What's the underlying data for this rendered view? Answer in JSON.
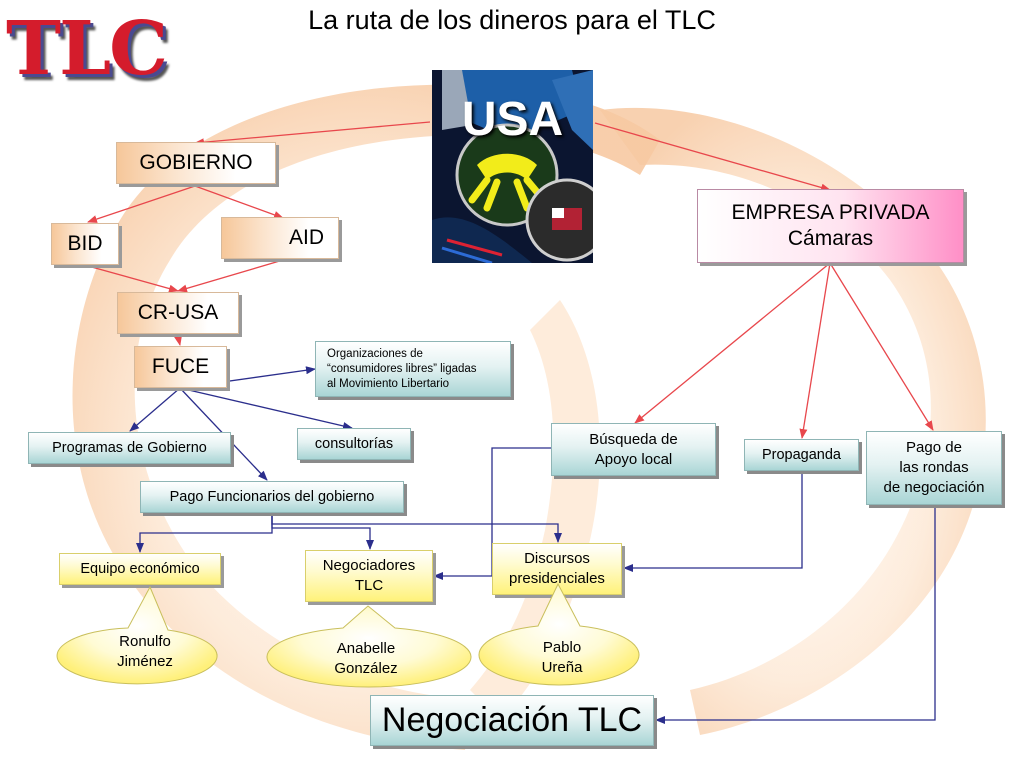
{
  "title": "La ruta de los dineros para el TLC",
  "logo": {
    "text": "TLC"
  },
  "usa_image": {
    "text": "USA"
  },
  "nodes": {
    "gobierno": "GOBIERNO",
    "bid": "BID",
    "aid": "AID",
    "cr_usa": "CR-USA",
    "fuce": "FUCE",
    "organizaciones": [
      "Organizaciones de",
      "“consumidores libres” ligadas",
      "al Movimiento Libertario"
    ],
    "programas": "Programas de Gobierno",
    "consultorias": "consultorías",
    "pago_funcionarios": "Pago Funcionarios del gobierno",
    "empresa_privada": [
      "EMPRESA PRIVADA",
      "Cámaras"
    ],
    "busqueda": [
      "Búsqueda de",
      "Apoyo local"
    ],
    "propaganda": "Propaganda",
    "pago_rondas": [
      "Pago de",
      "las rondas",
      "de negociación"
    ],
    "equipo": "Equipo económico",
    "negociadores": [
      "Negociadores",
      "TLC"
    ],
    "discursos": [
      "Discursos",
      "presidenciales"
    ],
    "negociacion": "Negociación TLC"
  },
  "people": {
    "ronulfo": [
      "Ronulfo",
      "Jiménez"
    ],
    "anabelle": [
      "Anabelle",
      "González"
    ],
    "pablo": [
      "Pablo",
      "Ureña"
    ]
  },
  "colors": {
    "red_arrow": "#e8474c",
    "blue_arrow": "#2b2e8c",
    "background_swirl": "#fbe0c8",
    "logo_red": "#d41c2c"
  }
}
